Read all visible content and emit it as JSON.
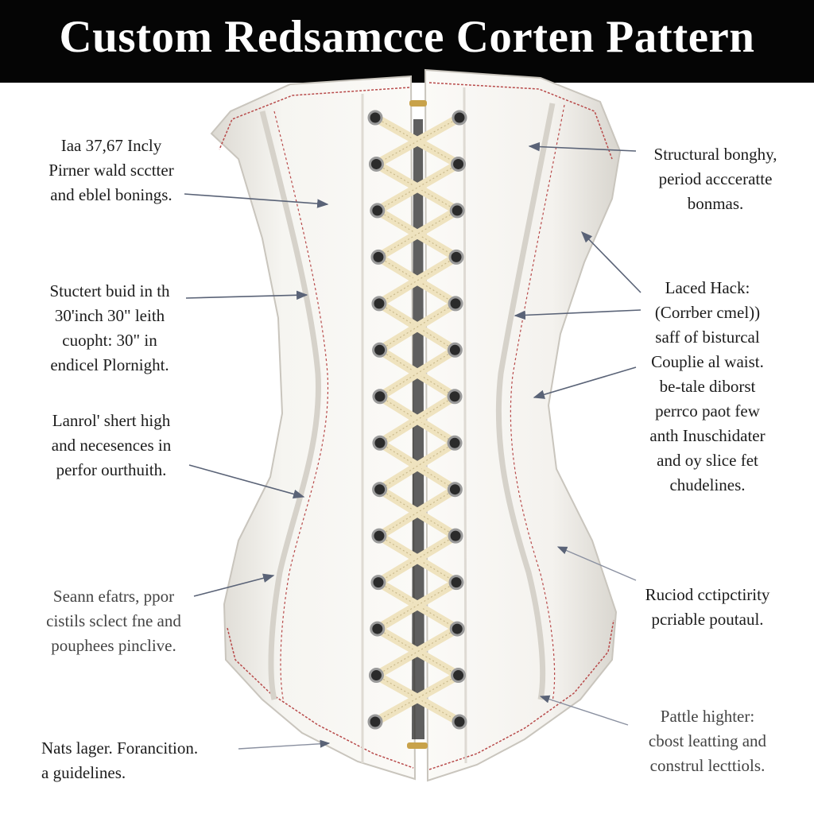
{
  "title": "Custom Redsamcce Corten Pattern",
  "colors": {
    "title_bar": "#050505",
    "corset_fabric": "#f3f1ec",
    "piping_stitch": "#b84a4a",
    "lacing": "#efe3bf",
    "arrow": "#5a6377"
  },
  "illustration": {
    "subject": "corset-back-view",
    "grommet_count_per_side": 14
  },
  "callouts": {
    "left": [
      {
        "id": "bust-measure",
        "text": "Iaa 37,67 Incly\nPirner wald scctter\nand eblel bonings."
      },
      {
        "id": "waist-build",
        "text": "Stuctert buid in th\n30'inch 30\" leith\ncuopht: 30\" in\nendicel Plornight."
      },
      {
        "id": "hip-height",
        "text": "Lanrol' shert high\nand necesences in\nperfor ourthuith."
      },
      {
        "id": "seam-features",
        "text": "Seann efatrs, ppor\ncistils sclect fne and\npouphees pinclive."
      },
      {
        "id": "notes-layer",
        "text": "Nats lager. Forancition.\na guidelines."
      }
    ],
    "right": [
      {
        "id": "structural-boning",
        "text": "Structural bonghy,\nperiod accceratte\nbonmas."
      },
      {
        "id": "laced-back",
        "text": "Laced Hack:\n(Corrber cmel))\nsaff of bisturcal\nCouplie al waist.\nbe-tale diborst\nperrco paot few\nanth Inuschidater\nand oy slice fet\nchudelines."
      },
      {
        "id": "period-capacity",
        "text": "Ruciod cctipctirity\npcriable poutaul."
      },
      {
        "id": "pattle-higher",
        "text": "Pattle highter:\ncbost leatting and\nconstrul lecttiols."
      }
    ]
  }
}
